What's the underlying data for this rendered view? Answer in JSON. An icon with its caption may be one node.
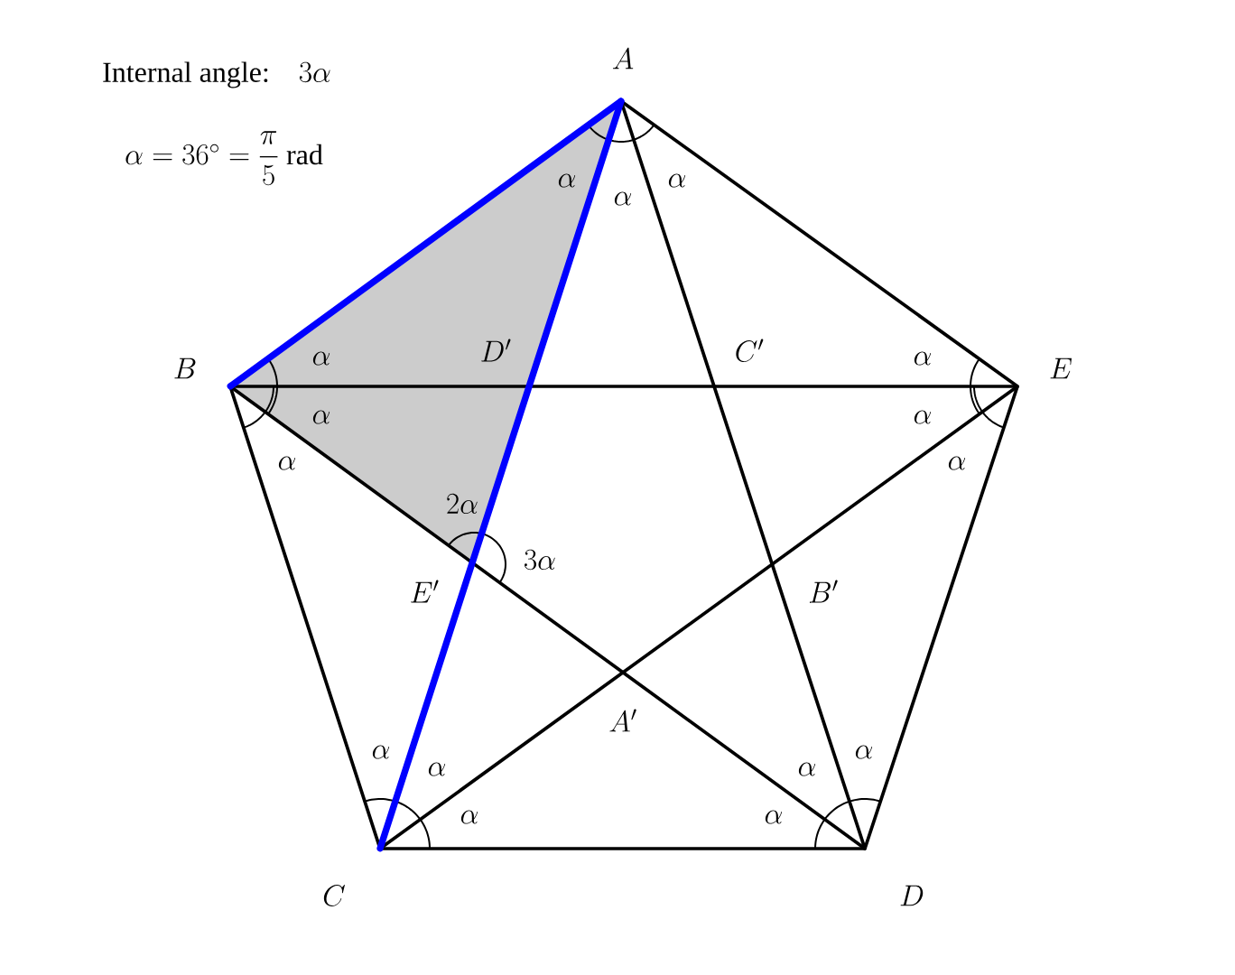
{
  "diagram": {
    "nodes": [
      {
        "text": [
          "A"
        ]
      },
      {
        "text": [
          "B"
        ]
      },
      {
        "text": [
          "C"
        ]
      },
      {
        "text": [
          "D"
        ]
      },
      {
        "text": [
          "E"
        ]
      }
    ],
    "edges": [
      {
        "from": 0,
        "to": 1,
        "arrow": "none",
        "style": "thick",
        "color": "#0000ff"
      },
      {
        "from": 1,
        "to": 2,
        "arrow": "none"
      },
      {
        "from": 2,
        "to": 3,
        "arrow": "none"
      },
      {
        "from": 3,
        "to": 4,
        "arrow": "none"
      },
      {
        "from": 4,
        "to": 0,
        "arrow": "none"
      },
      {
        "from": 0,
        "to": 2,
        "arrow": "none",
        "style": "thick",
        "color": "#0000ff"
      },
      {
        "from": 0,
        "to": 3,
        "arrow": "none"
      },
      {
        "from": 1,
        "to": 3,
        "arrow": "none"
      },
      {
        "from": 1,
        "to": 4,
        "arrow": "none"
      },
      {
        "from": 2,
        "to": 4,
        "arrow": "none"
      }
    ],
    "labels": [
      "\\text{Internal angle:}\\quad 3\\alpha",
      "\\alpha = 36^\\circ = \\dfrac{\\pi}{5}\\ \\text{rad}",
      "\\alpha",
      "\\alpha",
      "\\alpha",
      "\\alpha",
      "D'",
      "C'",
      "\\alpha",
      "\\alpha",
      "\\alpha",
      "\\alpha",
      "\\alpha",
      "2\\alpha",
      "3\\alpha",
      "E'",
      "B'",
      "A'",
      "\\alpha",
      "\\alpha",
      "\\alpha",
      "\\alpha",
      "\\alpha",
      "\\alpha"
    ]
  }
}
